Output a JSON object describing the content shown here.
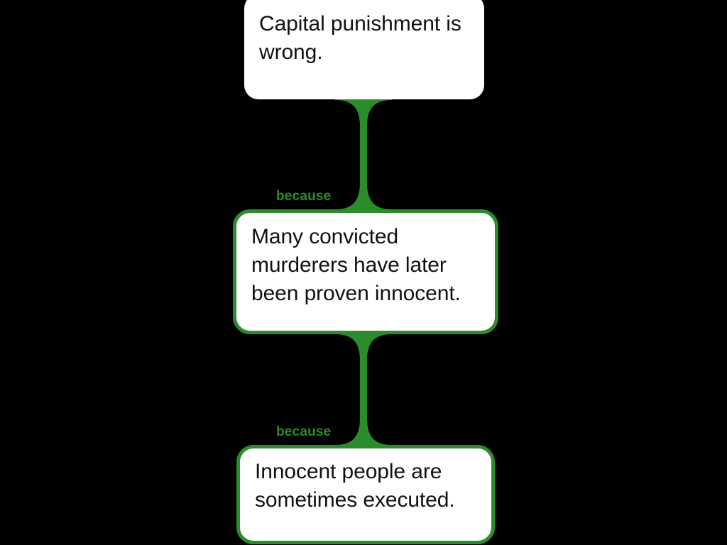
{
  "diagram": {
    "type": "argument-map",
    "background_color": "#000000",
    "accent_color": "#2b8c2b",
    "node_fill_color": "#ffffff",
    "text_color": "#111111",
    "nodes": [
      {
        "id": "root",
        "role": "contention",
        "text": "Capital punishment is wrong.",
        "bordered": false
      },
      {
        "id": "reason-1",
        "role": "reason",
        "text": "Many convicted murderers have later been proven innocent.",
        "bordered": true
      },
      {
        "id": "reason-2",
        "role": "reason",
        "text": "Innocent people are sometimes executed.",
        "bordered": true
      }
    ],
    "edges": [
      {
        "id": "edge-1",
        "from": "reason-1",
        "to": "root",
        "label": "because"
      },
      {
        "id": "edge-2",
        "from": "reason-2",
        "to": "reason-1",
        "label": "because"
      }
    ]
  }
}
